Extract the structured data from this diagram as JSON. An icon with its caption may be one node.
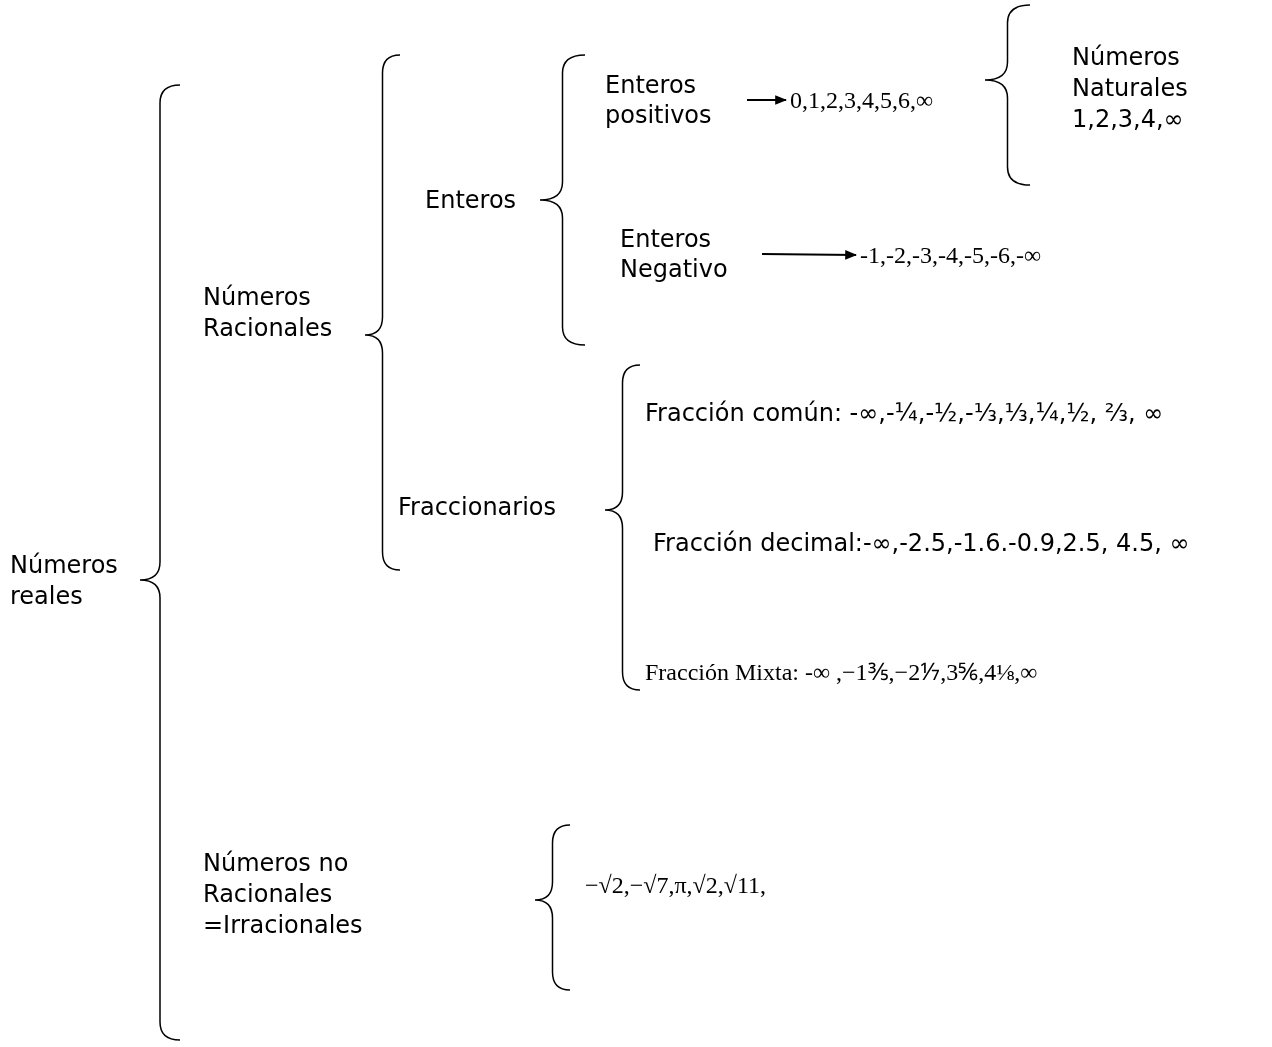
{
  "diagram": {
    "nodes": [
      {
        "text": [
          "Enteros positivos"
        ]
      },
      {
        "text": [
          "0,1,2,3,4,5,6,∞"
        ]
      },
      {
        "text": [
          "Enteros Negativo"
        ]
      },
      {
        "text": [
          "-1,-2,-3,-4,-5,-6,-∞"
        ]
      }
    ],
    "edges": [
      {
        "from": 0,
        "to": 1,
        "arrow": "to"
      },
      {
        "from": 2,
        "to": 3,
        "arrow": "to"
      }
    ],
    "labels": [
      "Números Naturales 1,2,3,4,∞",
      "Enteros",
      "Números Racionales",
      "Fracción común: -∞,-¼,-½,-⅓,⅓,¼,½, ⅔, ∞",
      "Fraccionarios",
      "Números reales",
      "Fracción decimal:-∞,-2.5,-1.6.-0.9,2.5, 4.5, ∞",
      "Fracción Mixta: -∞ ,−1⅗,−2⅐,3⅚,4⅛,∞",
      "Números no Racionales =Irracionales",
      "−√2,−√7,π,√2,√11,"
    ]
  }
}
